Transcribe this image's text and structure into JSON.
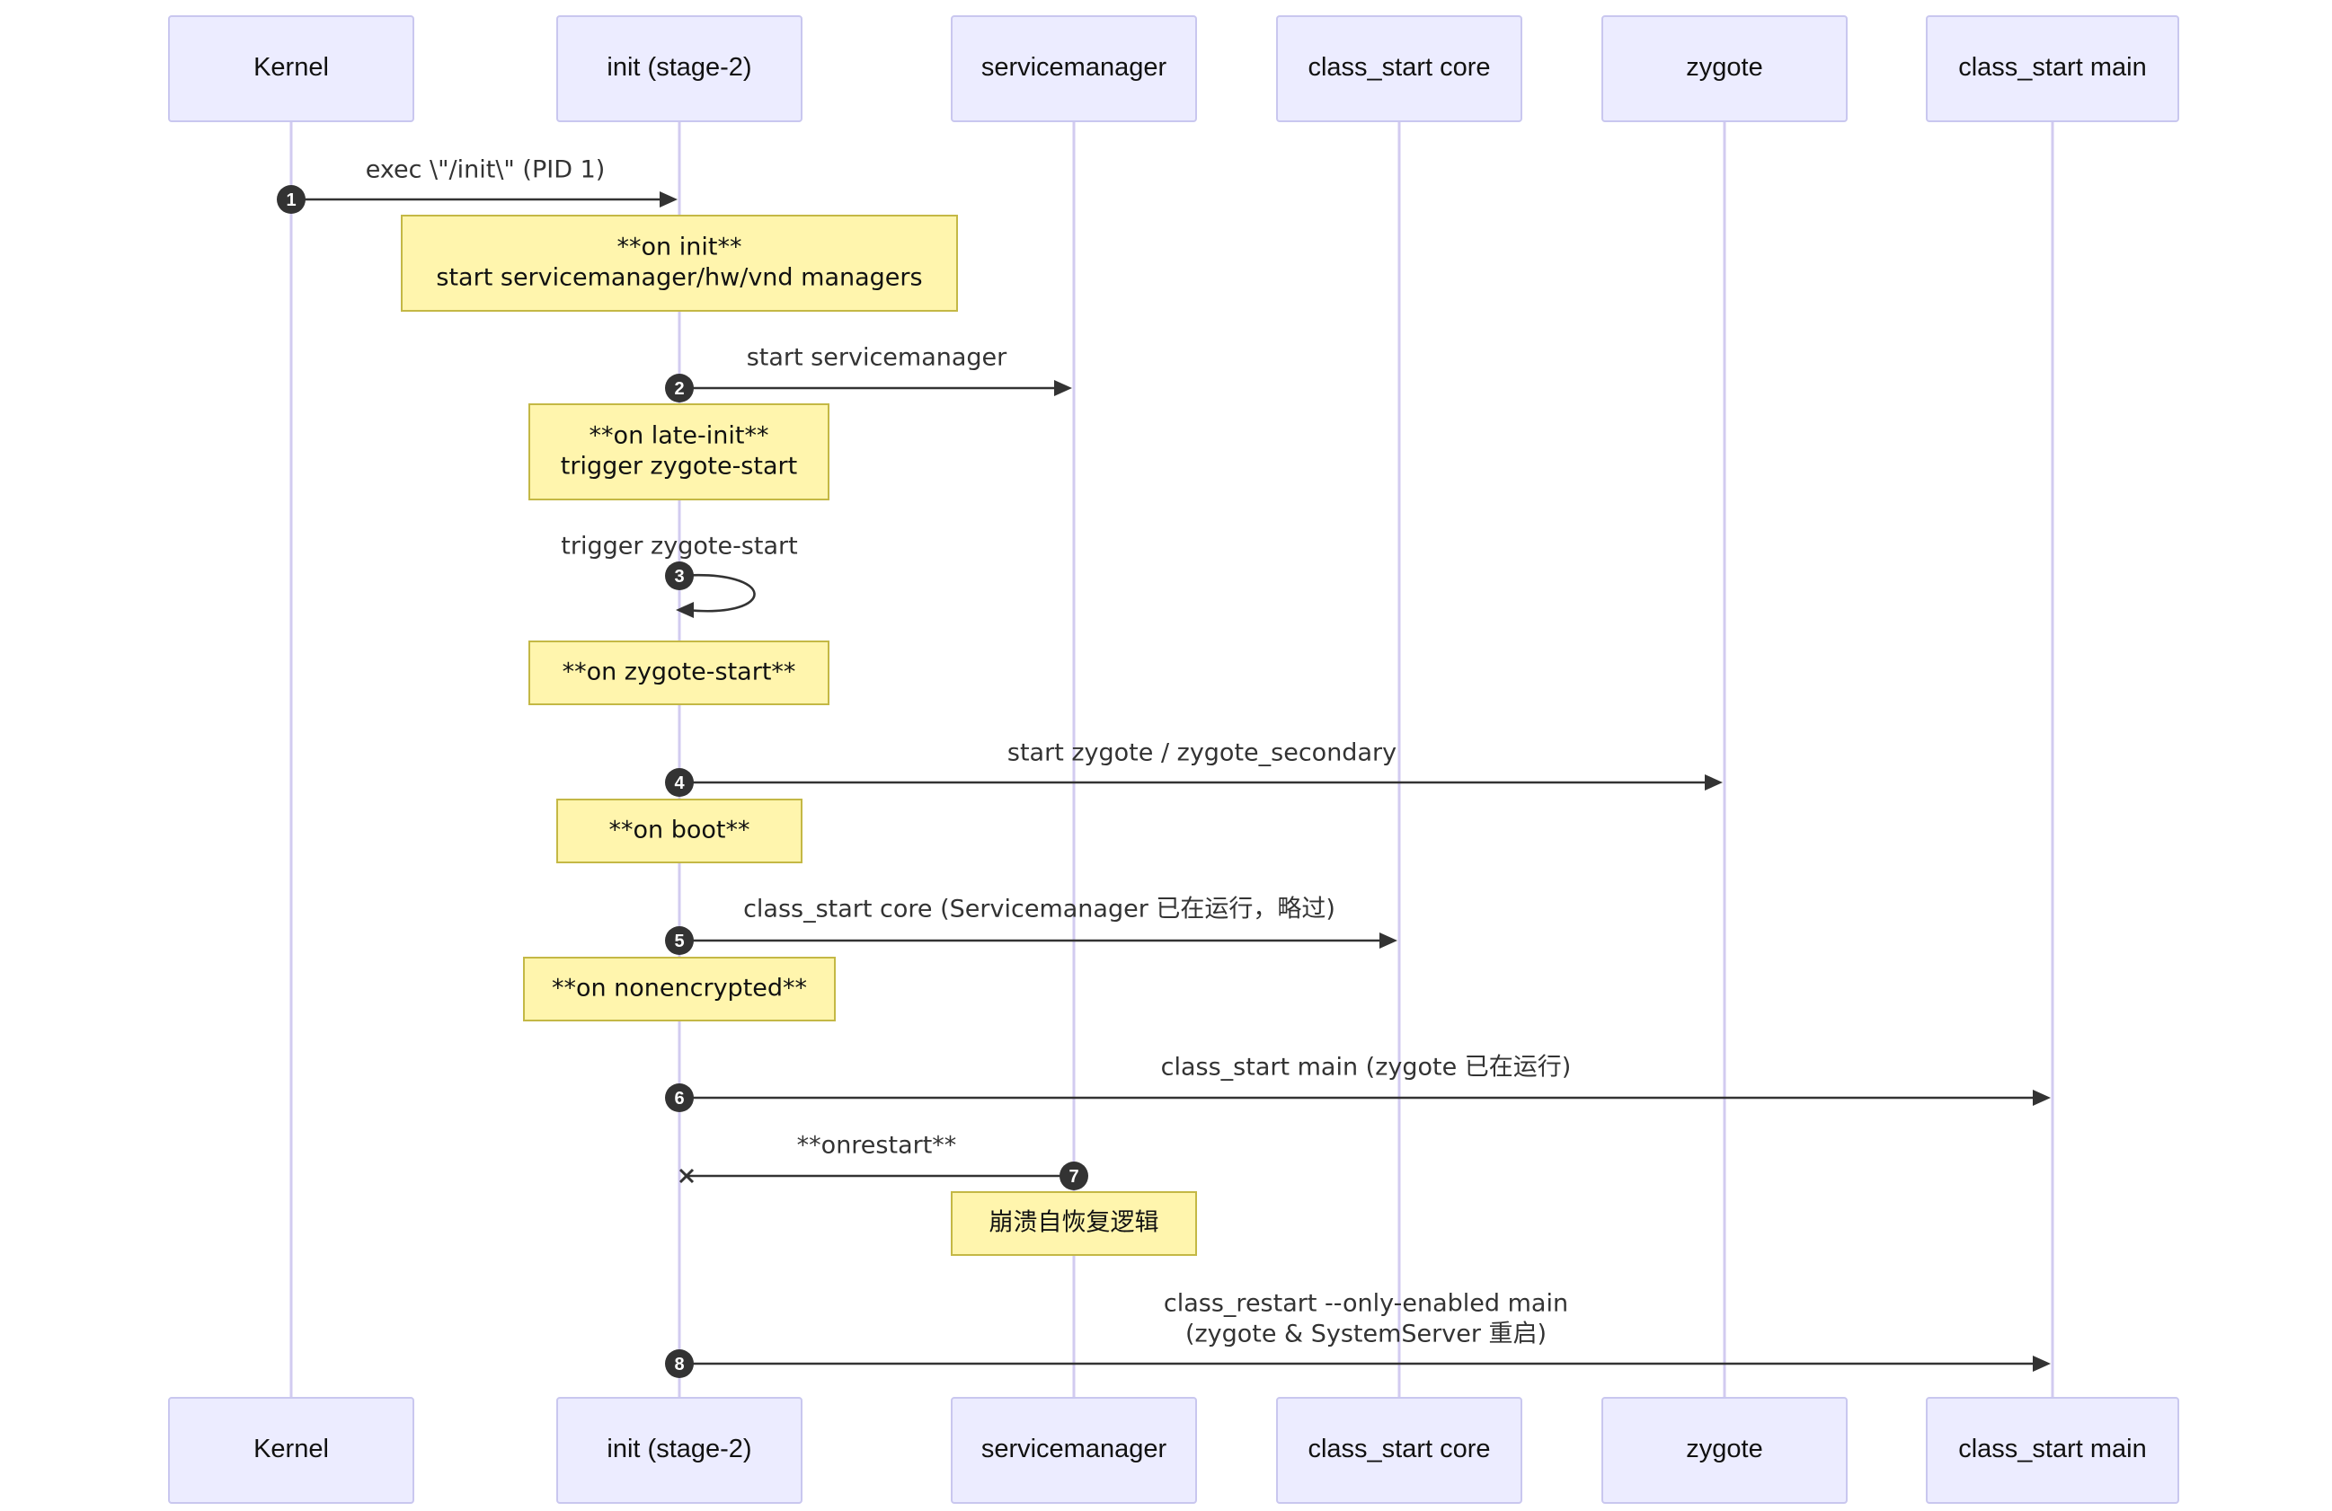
{
  "participants": [
    {
      "id": "kernel",
      "label": "Kernel"
    },
    {
      "id": "init",
      "label": "init (stage-2)"
    },
    {
      "id": "servicemanager",
      "label": "servicemanager"
    },
    {
      "id": "core",
      "label": "class_start core"
    },
    {
      "id": "zygote",
      "label": "zygote"
    },
    {
      "id": "main",
      "label": "class_start main"
    }
  ],
  "steps": [
    {
      "kind": "message",
      "from": "kernel",
      "to": "init",
      "seq": "1",
      "style": "arrow",
      "lines": [
        "exec \\\"/init\\\" (PID 1)"
      ]
    },
    {
      "kind": "note",
      "over": [
        "init"
      ],
      "lines": [
        "**on init**",
        "start servicemanager/hw/vnd managers"
      ]
    },
    {
      "kind": "message",
      "from": "init",
      "to": "servicemanager",
      "seq": "2",
      "style": "arrow",
      "lines": [
        "start servicemanager"
      ]
    },
    {
      "kind": "note",
      "over": [
        "init"
      ],
      "lines": [
        "**on late-init**",
        "trigger zygote-start"
      ]
    },
    {
      "kind": "message",
      "from": "init",
      "to": "init",
      "seq": "3",
      "style": "self",
      "lines": [
        "trigger zygote-start"
      ]
    },
    {
      "kind": "note",
      "over": [
        "init"
      ],
      "lines": [
        "**on zygote-start**"
      ]
    },
    {
      "kind": "message",
      "from": "init",
      "to": "zygote",
      "seq": "4",
      "style": "arrow",
      "lines": [
        "start zygote / zygote_secondary"
      ]
    },
    {
      "kind": "note",
      "over": [
        "init"
      ],
      "lines": [
        "**on boot**"
      ]
    },
    {
      "kind": "message",
      "from": "init",
      "to": "core",
      "seq": "5",
      "style": "arrow",
      "lines": [
        "class_start core (Servicemanager 已在运行，略过)"
      ]
    },
    {
      "kind": "note",
      "over": [
        "init"
      ],
      "lines": [
        "**on nonencrypted**"
      ]
    },
    {
      "kind": "message",
      "from": "init",
      "to": "main",
      "seq": "6",
      "style": "arrow",
      "lines": [
        "class_start main (zygote 已在运行)"
      ]
    },
    {
      "kind": "message",
      "from": "servicemanager",
      "to": "init",
      "seq": "7",
      "style": "cross",
      "lines": [
        "**onrestart**"
      ]
    },
    {
      "kind": "note",
      "over": [
        "servicemanager"
      ],
      "lines": [
        "崩溃自恢复逻辑"
      ]
    },
    {
      "kind": "message",
      "from": "init",
      "to": "main",
      "seq": "8",
      "style": "arrow",
      "lines": [
        "class_restart --only-enabled main",
        "(zygote & SystemServer 重启)"
      ]
    }
  ],
  "colors": {
    "actor_fill": "#ececff",
    "actor_stroke": "#c9c7ef",
    "lifeline": "#d2cbf0",
    "note_fill": "#fff5ad",
    "note_stroke": "#c4b845",
    "message": "#333333"
  }
}
